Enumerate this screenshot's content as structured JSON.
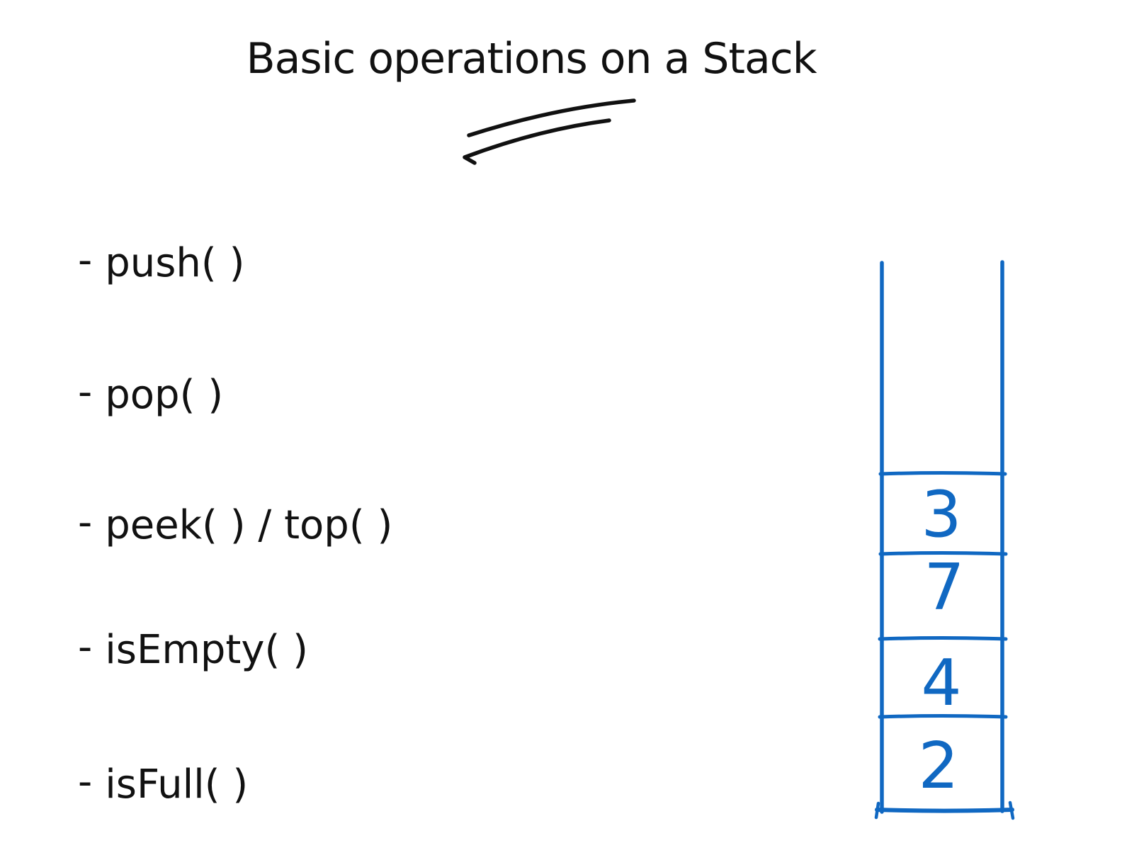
{
  "title": "Basic operations on a Stack",
  "colors": {
    "ink": "#111111",
    "marker_blue": "#1068C2"
  },
  "operations": [
    {
      "bullet": "-",
      "label": "push( )"
    },
    {
      "bullet": "-",
      "label": "pop( )"
    },
    {
      "bullet": "-",
      "label": "peek( ) / top( )"
    },
    {
      "bullet": "-",
      "label": "isEmpty( )"
    },
    {
      "bullet": "-",
      "label": "isFull( )"
    }
  ],
  "stack_diagram": {
    "description": "open-topped stack drawn in blue marker, values top to bottom",
    "cells_top_to_bottom": [
      "3",
      "7",
      "4",
      "2"
    ]
  }
}
